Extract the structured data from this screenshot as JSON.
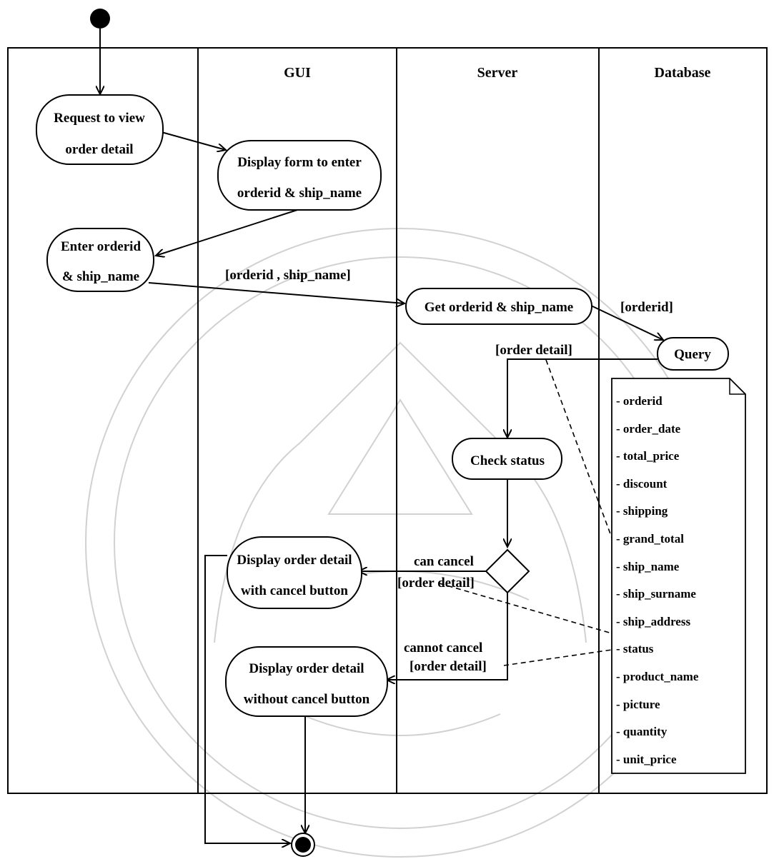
{
  "swimlanes": {
    "lane1": "",
    "lane2": "GUI",
    "lane3": "Server",
    "lane4": "Database"
  },
  "activities": {
    "request_line1": "Request to view",
    "request_line2": "order detail",
    "display_form_line1": "Display form to enter",
    "display_form_line2": "orderid & ship_name",
    "enter_line1": "Enter orderid",
    "enter_line2": "& ship_name",
    "get_orderid": "Get orderid & ship_name",
    "query": "Query",
    "check_status": "Check  status",
    "display_cancel_line1": "Display order detail",
    "display_cancel_line2": "with cancel button",
    "display_nocancel_line1": "Display  order  detail",
    "display_nocancel_line2": "without  cancel  button"
  },
  "flow_labels": {
    "orderid_shipname": "[orderid , ship_name]",
    "orderid": "[orderid]",
    "order_detail_top": "[order  detail]",
    "can_cancel": "can cancel",
    "order_detail_can": "[order  detail]",
    "cannot_cancel": "cannot cancel",
    "order_detail_cannot": "[order  detail]"
  },
  "note": {
    "items": [
      "- orderid",
      "- order_date",
      "- total_price",
      "- discount",
      "- shipping",
      "- grand_total",
      "- ship_name",
      "- ship_surname",
      "- ship_address",
      "- status",
      "- product_name",
      "- picture",
      "- quantity",
      "- unit_price"
    ]
  }
}
